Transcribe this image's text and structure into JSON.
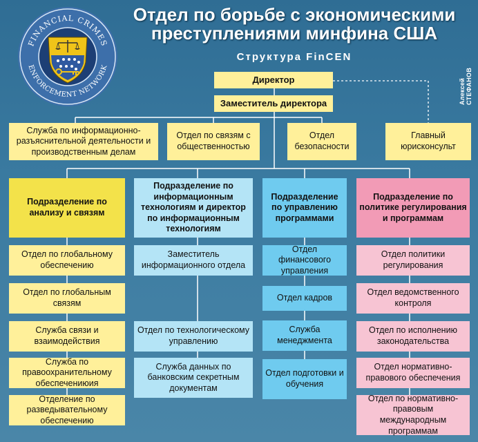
{
  "header": {
    "title_line1": "Отдел по борьбе с экономическими",
    "title_line2": "преступлениями минфина США",
    "subtitle": "Структура FinCEN",
    "author": "Алексей СТЕФАНОВ"
  },
  "logo": {
    "text_top": "FINANCIAL CRIMES",
    "text_bottom": "ENFORCEMENT NETWORK"
  },
  "top": {
    "director": "Директор",
    "deputy": "Заместитель директора"
  },
  "offices": [
    "Служба по информационно-разъяснительной деятельности и производственным делам",
    "Отдел по связям с общественностью",
    "Отдел безопасности",
    "Главный юрисконсульт"
  ],
  "divisions": [
    {
      "title": "Подразделение по анализу и связям",
      "units": [
        "Отдел по глобальному обеспечению",
        "Отдел по глобальным связям",
        "Служба связи и взаимодействия",
        "Служба по правоохранительному обеспечениюия",
        "Отделение по разведывательному обеспечению"
      ]
    },
    {
      "title": "Подразделение по информационным технологиям и директор по информационным технологиям",
      "units": [
        "Заместитель информационного отдела",
        "Отдел по технологическому управлению",
        "Служба данных по банковским секретным документам"
      ]
    },
    {
      "title": "Подразделение по управлению программами",
      "units": [
        "Отдел финансового управления",
        "Отдел кадров",
        "Служба менеджмента",
        "Отдел подготовки и обучения"
      ]
    },
    {
      "title": "Подразделение по политике регулирования и программам",
      "units": [
        "Отдел политики регулирования",
        "Отдел ведомственного контроля",
        "Отдел по исполнению законодательства",
        "Отдел нормативно-правового обеспечения",
        "Отдел по нормативно-правовым международным программам"
      ]
    }
  ]
}
